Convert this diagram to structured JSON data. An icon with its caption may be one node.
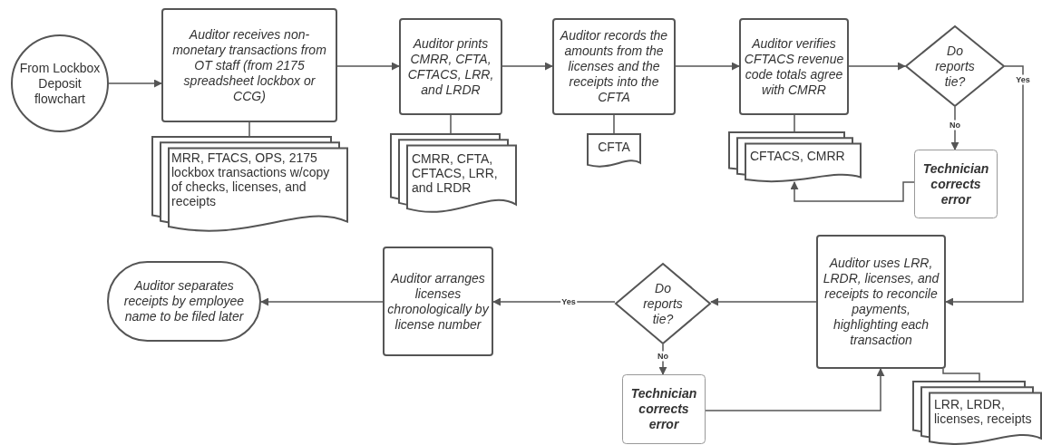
{
  "diagram": {
    "nodes": [
      {
        "text": [
          "From Lockbox Deposit flowchart"
        ]
      },
      {
        "text": [
          "Auditor receives non-monetary transactions from OT staff (from 2175 spreadsheet lockbox or CCG)"
        ]
      },
      {
        "text": [
          "MRR, FTACS, OPS, 2175 lockbox transactions w/copy of checks, licenses, and receipts"
        ]
      },
      {
        "text": [
          "Auditor prints CMRR, CFTA, CFTACS, LRR, and LRDR"
        ]
      },
      {
        "text": [
          "CMRR, CFTA, CFTACS, LRR, and LRDR"
        ]
      },
      {
        "text": [
          "Auditor records the amounts from the licenses and the receipts into the CFTA"
        ]
      },
      {
        "text": [
          "CFTA"
        ]
      },
      {
        "text": [
          "Auditor verifies CFTACS revenue code totals agree with CMRR"
        ]
      },
      {
        "text": [
          "CFTACS, CMRR"
        ]
      },
      {
        "text": [
          "Do reports tie?"
        ]
      },
      {
        "text": [
          "Technician corrects error"
        ]
      },
      {
        "text": [
          "Auditor uses LRR, LRDR, licenses, and receipts to reconcile payments, highlighting each transaction"
        ]
      },
      {
        "text": [
          "LRR, LRDR, licenses, receipts"
        ]
      },
      {
        "text": [
          "Do reports tie?"
        ]
      },
      {
        "text": [
          "Technician corrects error"
        ]
      },
      {
        "text": [
          "Auditor arranges licenses chronologically by license number"
        ]
      },
      {
        "text": [
          "Auditor separates receipts by employee name to be filed later"
        ]
      }
    ],
    "edges": [
      {
        "from": 0,
        "to": 1,
        "arrow": "to"
      },
      {
        "from": 1,
        "to": 2,
        "arrow": "none"
      },
      {
        "from": 1,
        "to": 3,
        "arrow": "to"
      },
      {
        "from": 3,
        "to": 4,
        "arrow": "none"
      },
      {
        "from": 3,
        "to": 5,
        "arrow": "to"
      },
      {
        "from": 5,
        "to": 6,
        "arrow": "none"
      },
      {
        "from": 5,
        "to": 7,
        "arrow": "to"
      },
      {
        "from": 7,
        "to": 8,
        "arrow": "none"
      },
      {
        "from": 7,
        "to": 9,
        "arrow": "to"
      },
      {
        "from": 9,
        "to": 10,
        "arrow": "to",
        "label": "No"
      },
      {
        "from": 10,
        "to": 8,
        "arrow": "to"
      },
      {
        "from": 9,
        "to": 11,
        "arrow": "to",
        "label": "Yes"
      },
      {
        "from": 11,
        "to": 12,
        "arrow": "none"
      },
      {
        "from": 11,
        "to": 13,
        "arrow": "to"
      },
      {
        "from": 13,
        "to": 14,
        "arrow": "to",
        "label": "No"
      },
      {
        "from": 14,
        "to": 11,
        "arrow": "to"
      },
      {
        "from": 13,
        "to": 15,
        "arrow": "to",
        "label": "Yes"
      },
      {
        "from": 15,
        "to": 16,
        "arrow": "to"
      }
    ]
  }
}
